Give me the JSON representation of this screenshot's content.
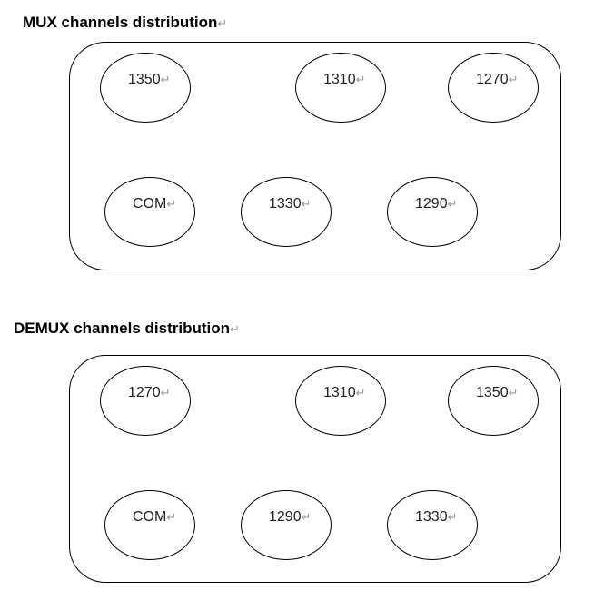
{
  "return_mark": "↵",
  "mux": {
    "title": "MUX channels distribution",
    "ports": [
      "1350",
      "1310",
      "1270",
      "COM",
      "1330",
      "1290"
    ]
  },
  "demux": {
    "title": "DEMUX channels distribution",
    "ports": [
      "1270",
      "1310",
      "1350",
      "COM",
      "1290",
      "1330"
    ]
  }
}
